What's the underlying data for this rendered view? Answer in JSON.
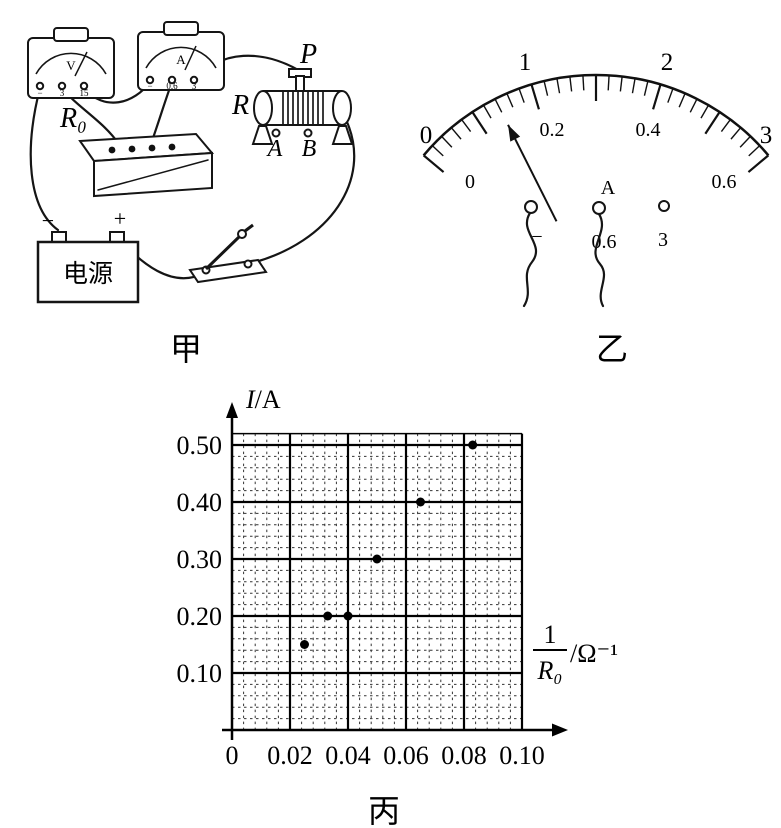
{
  "figure_a": {
    "caption": "甲",
    "voltmeter": {
      "letter": "V",
      "terminals": [
        "−",
        "3",
        "15"
      ]
    },
    "ammeter": {
      "letter": "A",
      "terminals": [
        "−",
        "0.6",
        "3"
      ]
    },
    "labels": {
      "r0": "R₀",
      "r": "R",
      "slider": "P",
      "terminal_a": "A",
      "terminal_b": "B",
      "battery": "电源",
      "minus": "−",
      "plus": "+"
    }
  },
  "figure_b": {
    "caption": "乙",
    "meter_letter": "A",
    "outer_scale": {
      "min": 0,
      "max": 3,
      "divisions": 30,
      "labels": [
        "0",
        "1",
        "2",
        "3"
      ]
    },
    "inner_scale": {
      "labels": [
        "0",
        "0.2",
        "0.4",
        "0.6"
      ]
    },
    "needle_value_outer": 0.7,
    "terminals": [
      "−",
      "0.6",
      "3"
    ]
  },
  "figure_c": {
    "caption": "丙"
  },
  "chart_data": {
    "type": "scatter",
    "title": "",
    "xlabel": "1/R₀ /Ω⁻¹",
    "xlabel_parts": {
      "numerator": "1",
      "denominator": "R₀",
      "unit": "/Ω⁻¹"
    },
    "ylabel": "I/A",
    "ylabel_parts": {
      "symbol": "I",
      "unit": "/A"
    },
    "xlim": [
      0,
      0.1
    ],
    "ylim": [
      0,
      0.52
    ],
    "grid": "minor-dashed",
    "x_ticks": [
      0,
      0.02,
      0.04,
      0.06,
      0.08,
      0.1
    ],
    "x_tick_labels": [
      "0",
      "0.02",
      "0.04",
      "0.06",
      "0.08",
      "0.10"
    ],
    "y_ticks": [
      0.1,
      0.2,
      0.3,
      0.4,
      0.5
    ],
    "y_tick_labels": [
      "0.10",
      "0.20",
      "0.30",
      "0.40",
      "0.50"
    ],
    "points": [
      {
        "x": 0.025,
        "y": 0.15
      },
      {
        "x": 0.033,
        "y": 0.2
      },
      {
        "x": 0.04,
        "y": 0.2
      },
      {
        "x": 0.05,
        "y": 0.3
      },
      {
        "x": 0.065,
        "y": 0.4
      },
      {
        "x": 0.083,
        "y": 0.5
      }
    ]
  }
}
